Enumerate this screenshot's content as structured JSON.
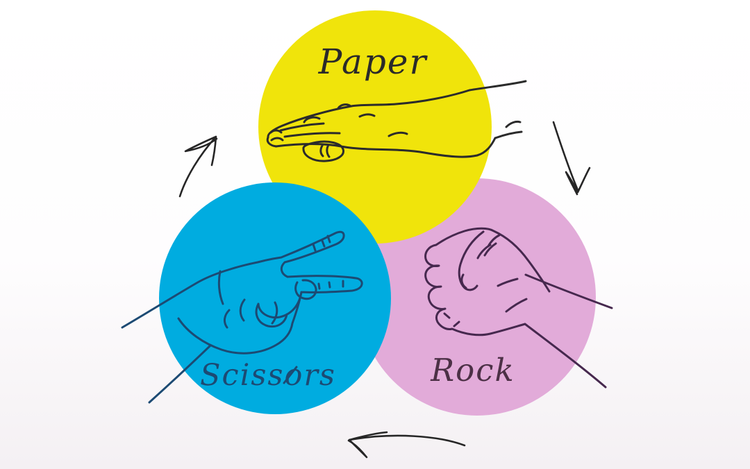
{
  "illustration": {
    "name": "rock-paper-scissors-cycle",
    "background_color": "#ffffff",
    "labels": {
      "paper": "Paper",
      "scissors": "Scissors",
      "rock": "Rock"
    },
    "gestures": {
      "paper": "flat open hand",
      "scissors": "hand with index and middle fingers extended",
      "rock": "closed fist"
    },
    "colors": {
      "paper_circle": "#f0e40b",
      "scissors_circle": "#00ace0",
      "rock_circle": "#e2abd9",
      "paper_line": "#2b2b2b",
      "scissors_line": "#1c4a73",
      "rock_line": "#46284e",
      "paper_text": "#2a2a2a",
      "scissors_text": "#1c4a73",
      "rock_text": "#4c3046",
      "arrow": "#262626"
    },
    "arrows": [
      {
        "name": "scissors-to-paper",
        "direction": "up-right"
      },
      {
        "name": "paper-to-rock",
        "direction": "down-right"
      },
      {
        "name": "rock-to-scissors",
        "direction": "left"
      }
    ]
  }
}
